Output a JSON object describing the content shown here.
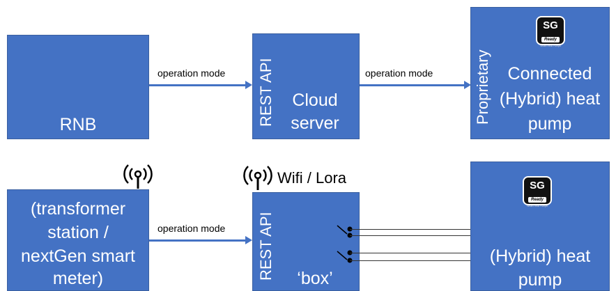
{
  "top_row": {
    "rnb_box": {
      "label": "RNB"
    },
    "edge_1": {
      "label": "operation mode"
    },
    "cloud_box": {
      "side_label": "REST API",
      "line1": "Cloud",
      "line2": "server"
    },
    "edge_2": {
      "label": "operation mode"
    },
    "heat_pump_box": {
      "side_label": "Proprietary",
      "line1": "Connected",
      "line2": "(Hybrid) heat",
      "line3": "pump"
    }
  },
  "bottom_row": {
    "meter_box": {
      "line1": "(transformer",
      "line2": "station /",
      "line3": "nextGen smart",
      "line4": "meter)"
    },
    "edge_1": {
      "label": "operation mode"
    },
    "wireless_label": "Wifi / Lora",
    "box_box": {
      "side_label": "REST API",
      "label": "‘box’"
    },
    "heat_pump_box": {
      "line1": "(Hybrid) heat",
      "line2": "pump"
    }
  },
  "sg_logo": {
    "title": "SG",
    "badge": "Ready",
    "caption": "Smart Heat Pumps"
  },
  "icons": [
    "wireless-antenna-icon",
    "relay-switch-icon",
    "sg-ready-logo"
  ],
  "colors": {
    "box_fill": "#4472c4",
    "text": "#ffffff",
    "label_text": "#000000"
  }
}
